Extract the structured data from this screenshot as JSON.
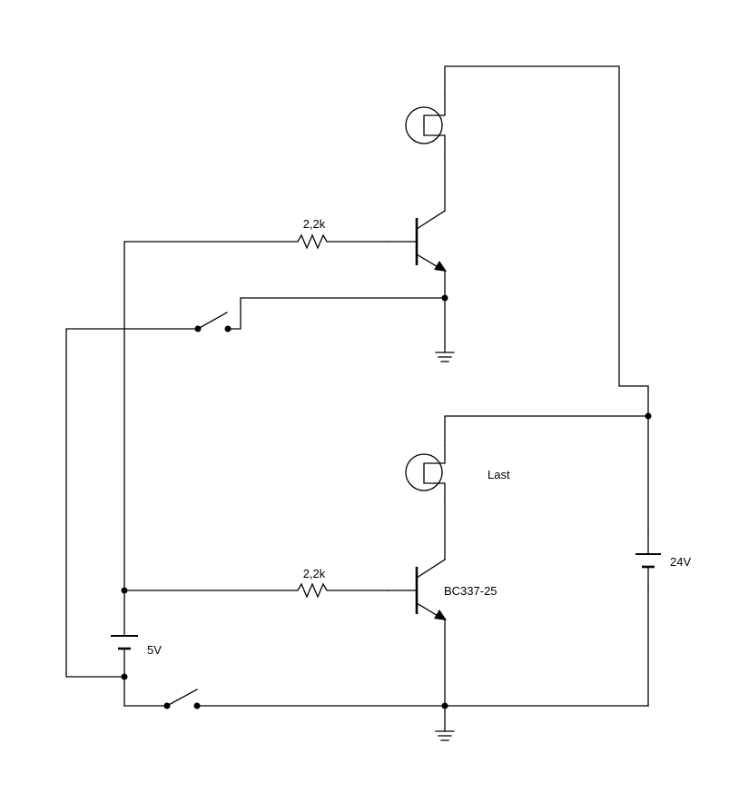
{
  "schematic": {
    "resistor_top": {
      "value": "2,2k"
    },
    "resistor_bottom": {
      "value": "2,2k"
    },
    "transistor_bottom": {
      "label": "BC337-25"
    },
    "load": {
      "label": "Last"
    },
    "battery_24v": {
      "label": "24V"
    },
    "battery_5v": {
      "label": "5V"
    }
  }
}
